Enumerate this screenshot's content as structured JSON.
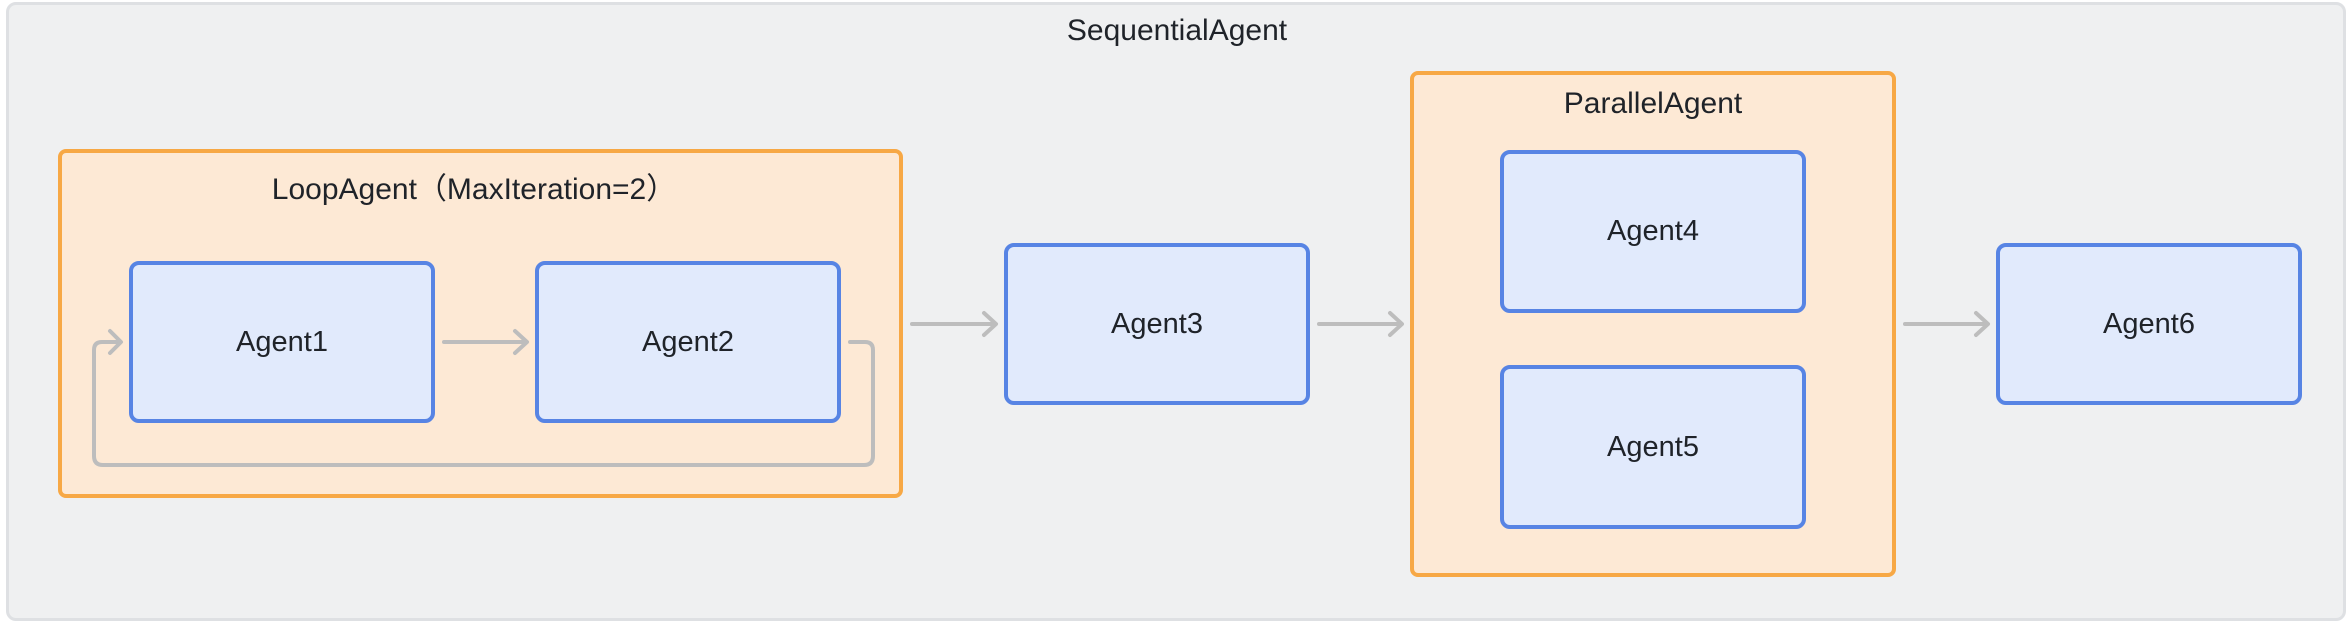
{
  "sequential": {
    "label": "SequentialAgent"
  },
  "loop": {
    "label": "LoopAgent（MaxIteration=2）"
  },
  "parallel": {
    "label": "ParallelAgent"
  },
  "agents": [
    "Agent1",
    "Agent2",
    "Agent3",
    "Agent4",
    "Agent5",
    "Agent6"
  ],
  "colors": {
    "background": "#eff0f1",
    "group_fill": "#fde9d5",
    "group_border": "#f7a845",
    "agent_fill": "#e1eafc",
    "agent_border": "#5784e4",
    "arrow": "#bdbdbd"
  }
}
